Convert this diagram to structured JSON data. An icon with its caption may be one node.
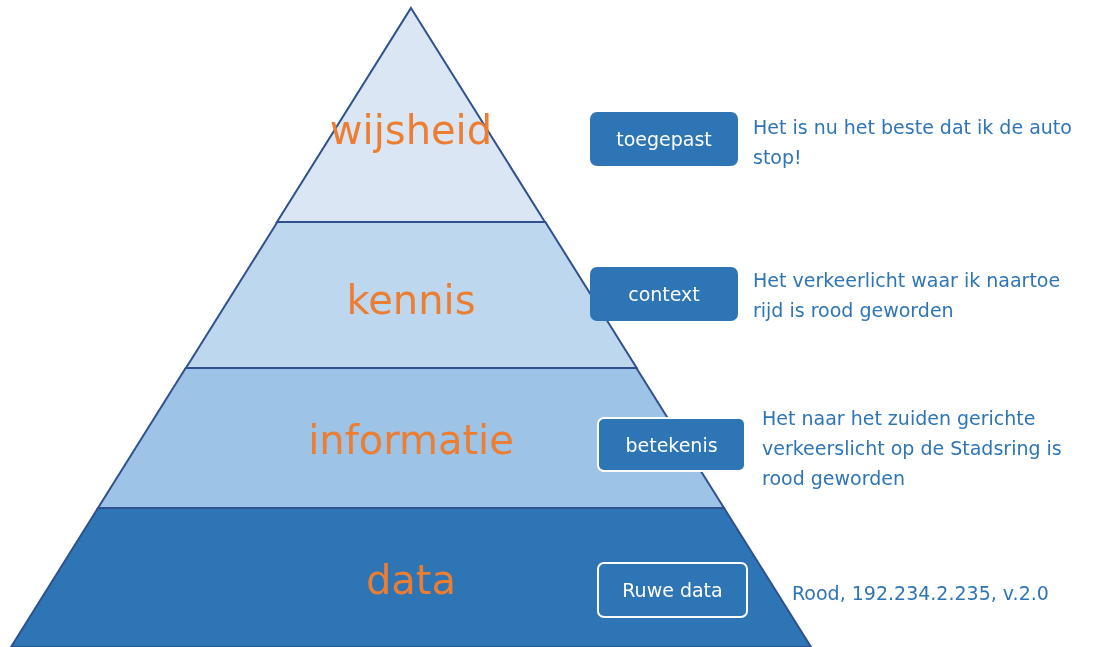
{
  "diagram": {
    "nodes": [
      {
        "text": [
          "wijsheid"
        ]
      },
      {
        "text": [
          "kennis"
        ]
      },
      {
        "text": [
          "informatie"
        ]
      },
      {
        "text": [
          "data"
        ]
      },
      {
        "text": [
          "toegepast"
        ],
        "beside": [
          "Het is nu het beste dat ik de auto stop!"
        ]
      },
      {
        "text": [
          "context"
        ],
        "beside": [
          "Het verkeerlicht waar ik naartoe rijd is rood geworden"
        ]
      },
      {
        "text": [
          "betekenis"
        ],
        "beside": [
          "Het naar het zuiden gerichte verkeerslicht op de Stadsring is rood geworden"
        ]
      },
      {
        "text": [
          "Ruwe data"
        ],
        "in": 3,
        "beside": [
          "Rood, 192.234.2.235, v.2.0"
        ]
      }
    ],
    "edges": []
  }
}
